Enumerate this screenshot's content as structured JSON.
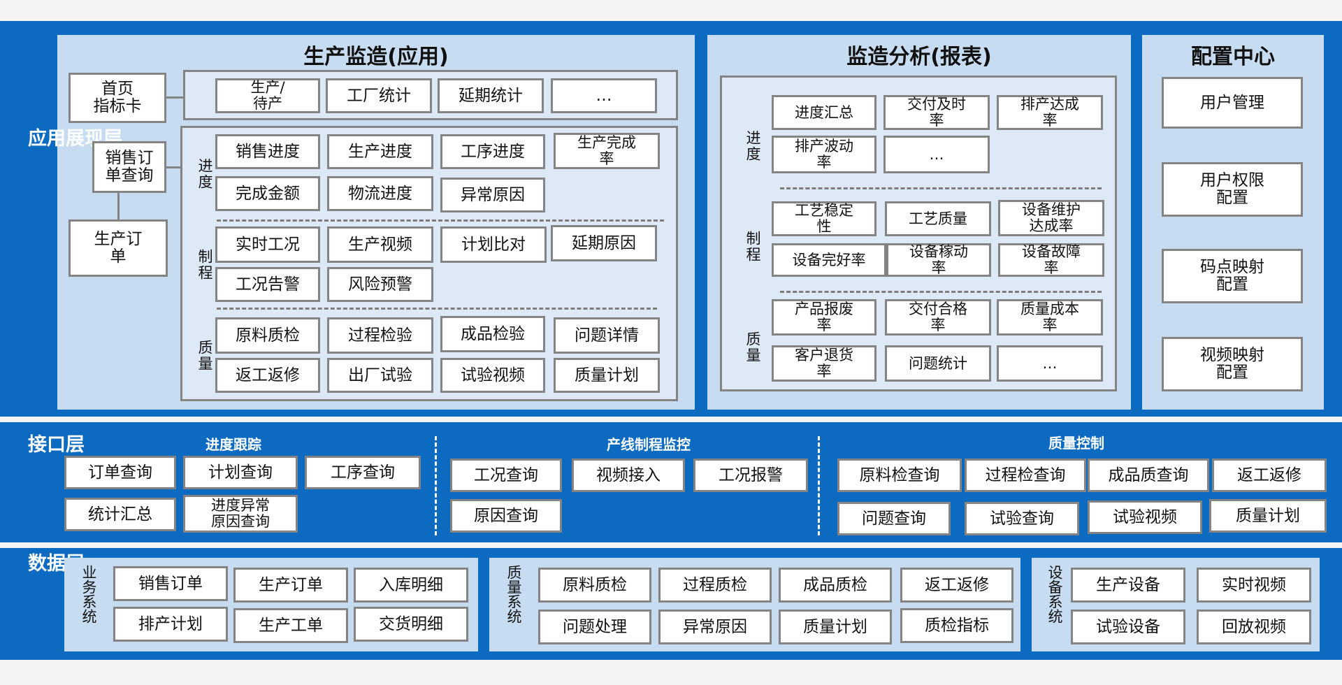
{
  "layers": {
    "app": "应用展现层",
    "interface": "接口层",
    "data": "数据层"
  },
  "prod": {
    "title": "生产监造(应用)",
    "left_cards": [
      "首页\n指标卡",
      "销售订\n单查询",
      "生产订\n单"
    ],
    "top_row": [
      "生产/\n待产",
      "工厂统计",
      "延期统计",
      "…"
    ],
    "sec_labels": [
      "进度",
      "制程",
      "质量"
    ],
    "progress": [
      "销售进度",
      "生产进度",
      "工序进度",
      "生产完成\n率",
      "完成金额",
      "物流进度",
      "异常原因"
    ],
    "process": [
      "实时工况",
      "生产视频",
      "计划比对",
      "延期原因",
      "工况告警",
      "风险预警"
    ],
    "quality": [
      "原料质检",
      "过程检验",
      "成品检验",
      "问题详情",
      "返工返修",
      "出厂试验",
      "试验视频",
      "质量计划"
    ]
  },
  "analysis": {
    "title": "监造分析(报表)",
    "sec_labels": [
      "进度",
      "制程",
      "质量"
    ],
    "progress": [
      "进度汇总",
      "交付及时\n率",
      "排产达成\n率",
      "排产波动\n率",
      "…"
    ],
    "process": [
      "工艺稳定\n性",
      "工艺质量",
      "设备维护\n达成率",
      "设备完好率",
      "设备稼动\n率",
      "设备故障\n率"
    ],
    "quality": [
      "产品报废\n率",
      "交付合格\n率",
      "质量成本\n率",
      "客户退货\n率",
      "问题统计",
      "…"
    ]
  },
  "config": {
    "title": "配置中心",
    "items": [
      "用户管理",
      "用户权限\n配置",
      "码点映射\n配置",
      "视频映射\n配置"
    ]
  },
  "iface": {
    "groups": [
      "进度跟踪",
      "产线制程监控",
      "质量控制"
    ],
    "progress": [
      "订单查询",
      "计划查询",
      "工序查询",
      "统计汇总",
      "进度异常\n原因查询"
    ],
    "line": [
      "工况查询",
      "视频接入",
      "工况报警",
      "原因查询"
    ],
    "quality": [
      "原料检查询",
      "过程检查询",
      "成品质查询",
      "返工返修",
      "问题查询",
      "试验查询",
      "试验视频",
      "质量计划"
    ]
  },
  "datal": {
    "groups": [
      "业务系统",
      "质量系统",
      "设备系统"
    ],
    "biz": [
      "销售订单",
      "生产订单",
      "入库明细",
      "排产计划",
      "生产工单",
      "交货明细"
    ],
    "qual": [
      "原料质检",
      "过程质检",
      "成品质检",
      "返工返修",
      "问题处理",
      "异常原因",
      "质量计划",
      "质检指标"
    ],
    "equip": [
      "生产设备",
      "实时视频",
      "试验设备",
      "回放视频"
    ]
  },
  "colors": {
    "band": "#0c6bc1",
    "panel": "#c7dcf0",
    "box_border": "#848484"
  }
}
